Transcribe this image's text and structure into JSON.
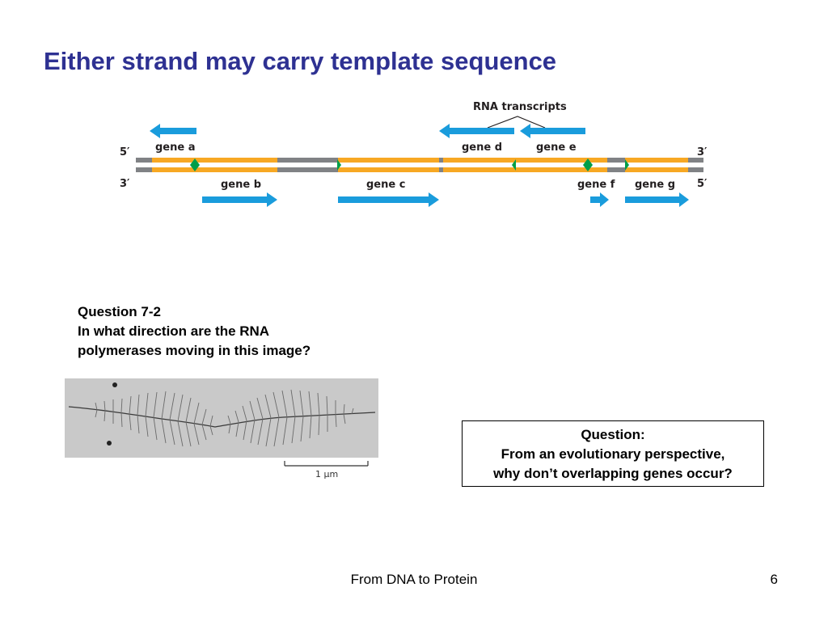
{
  "slide": {
    "title": "Either strand may carry template sequence",
    "footer": "From DNA to Protein",
    "page_number": "6"
  },
  "diagram": {
    "transcripts_label": "RNA transcripts",
    "top_strand": {
      "left_end": "5′",
      "right_end": "3′"
    },
    "bottom_strand": {
      "left_end": "3′",
      "right_end": "5′"
    },
    "genes": [
      {
        "label": "gene a",
        "strand": "top",
        "direction": "left"
      },
      {
        "label": "gene b",
        "strand": "bottom",
        "direction": "right"
      },
      {
        "label": "gene c",
        "strand": "bottom",
        "direction": "right"
      },
      {
        "label": "gene d",
        "strand": "top",
        "direction": "left"
      },
      {
        "label": "gene e",
        "strand": "top",
        "direction": "left"
      },
      {
        "label": "gene f",
        "strand": "bottom",
        "direction": "right"
      },
      {
        "label": "gene g",
        "strand": "bottom",
        "direction": "right"
      }
    ],
    "colors": {
      "gene": "#f7a823",
      "spacer": "#808285",
      "arrow": "#1a9cdc",
      "promoter": "#009e49"
    }
  },
  "question_7_2": {
    "lines": [
      "Question 7-2",
      "In what direction are the RNA",
      "polymerases moving in this image?"
    ]
  },
  "micrograph": {
    "scale_label": "1 μm"
  },
  "question_box": {
    "lines": [
      "Question:",
      "From an evolutionary perspective,",
      "why don’t overlapping genes occur?"
    ]
  }
}
